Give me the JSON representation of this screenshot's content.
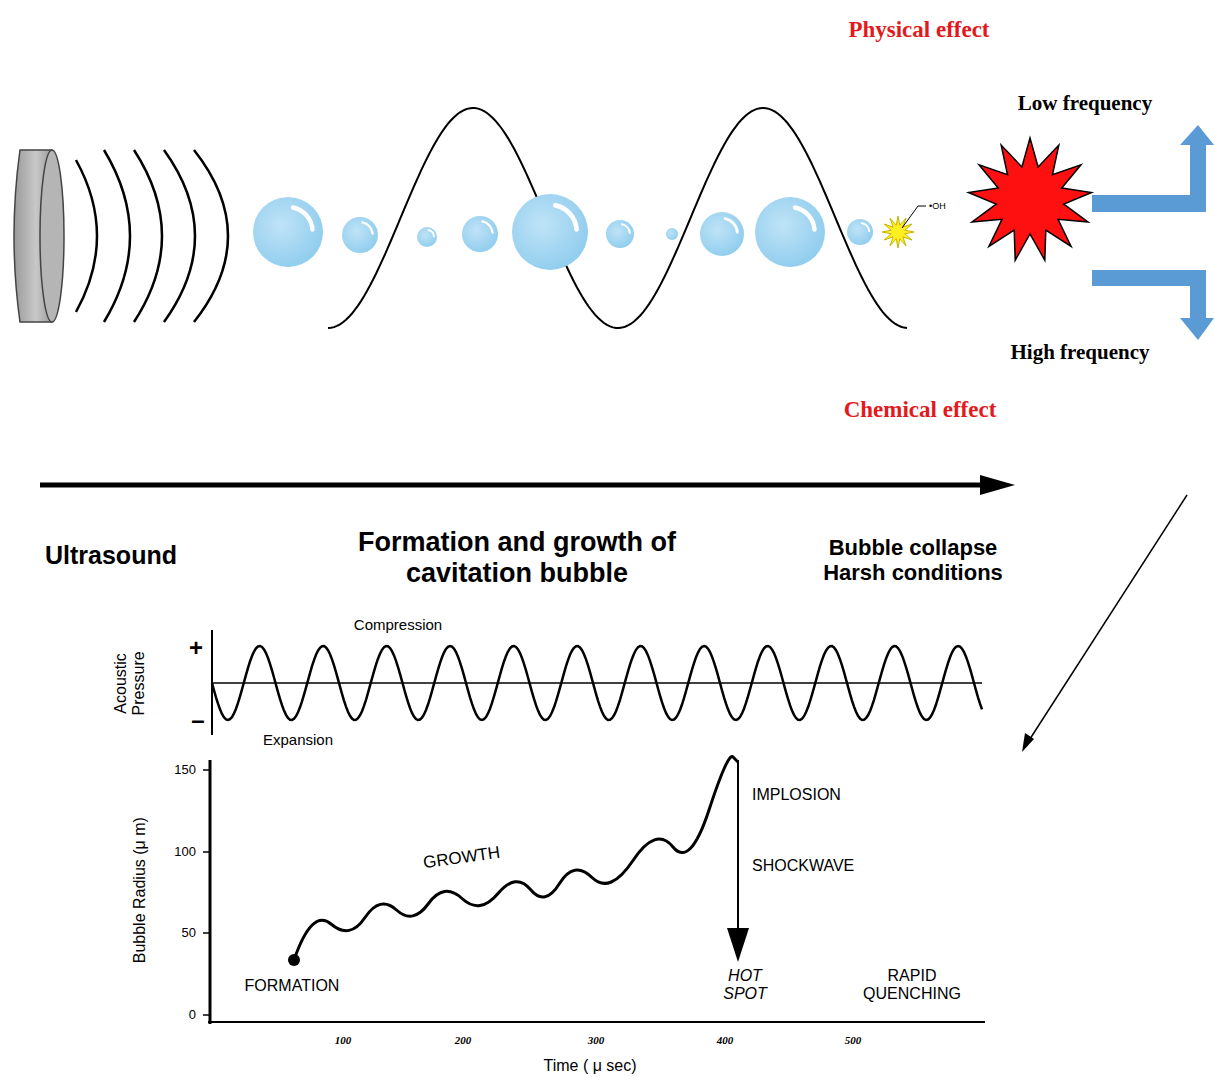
{
  "diagram": {
    "labels": [
      "Physical effect",
      "•OH",
      "Low frequency",
      "High frequency",
      "Chemical effect",
      "Ultrasound",
      "Formation and growth of cavitation bubble",
      "Bubble collapse Harsh conditions",
      "Compression",
      "Acoustic Pressure",
      "+",
      "–",
      "Expansion",
      "150",
      "100",
      "50",
      "0",
      "Bubble Radius (μ m)",
      "GROWTH",
      "IMPLOSION",
      "SHOCKWAVE",
      "FORMATION",
      "HOT SPOT",
      "RAPID QUENCHING",
      "100",
      "200",
      "300",
      "400",
      "500",
      "Time ( μ sec)"
    ]
  }
}
